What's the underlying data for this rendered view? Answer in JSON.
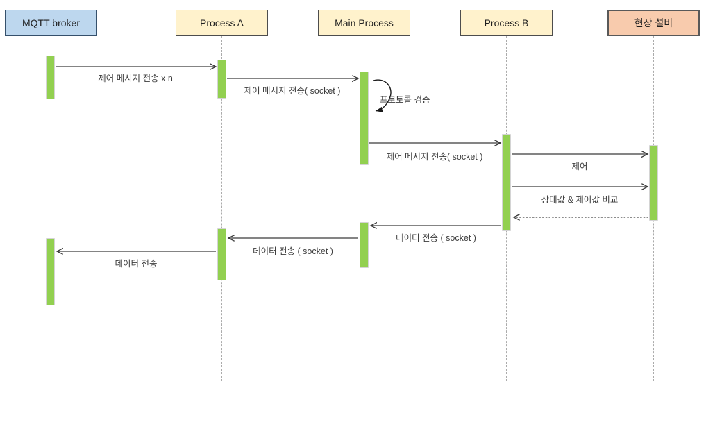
{
  "diagram": {
    "type": "sequence-diagram",
    "actors": [
      {
        "label": "MQTT broker",
        "fill": "#bdd7ee",
        "border": "#35506b"
      },
      {
        "label": "Process A",
        "fill": "#fff2cc",
        "border": "#4d4d4d"
      },
      {
        "label": "Main Process",
        "fill": "#fff2cc",
        "border": "#4d4d4d"
      },
      {
        "label": "Process B",
        "fill": "#fff2cc",
        "border": "#4d4d4d"
      },
      {
        "label": "현장 설비",
        "fill": "#f8cbad",
        "border": "#595959"
      }
    ],
    "messages": [
      {
        "from": "MQTT broker",
        "to": "Process A",
        "label": "제어 메시지 전송 x n",
        "line": "solid"
      },
      {
        "from": "Process A",
        "to": "Main Process",
        "label": "제어 메시지 전송( socket )",
        "line": "solid"
      },
      {
        "from": "Main Process",
        "to": "Main Process",
        "label": "프로토콜 검증",
        "line": "self-loop"
      },
      {
        "from": "Main Process",
        "to": "Process B",
        "label": "제어 메시지 전송( socket )",
        "line": "solid"
      },
      {
        "from": "Process B",
        "to": "현장 설비",
        "label": "제어",
        "line": "solid"
      },
      {
        "from": "Process B",
        "to": "현장 설비",
        "label": "상태값 & 제어값 비교",
        "line": "solid"
      },
      {
        "from": "현장 설비",
        "to": "Process B",
        "label": "",
        "line": "dotted-return"
      },
      {
        "from": "Process B",
        "to": "Main Process",
        "label": "데이터 전송 ( socket )",
        "line": "solid"
      },
      {
        "from": "Main Process",
        "to": "Process A",
        "label": "데이터 전송 ( socket )",
        "line": "solid"
      },
      {
        "from": "Process A",
        "to": "MQTT broker",
        "label": "데이터 전송",
        "line": "solid"
      }
    ],
    "colors": {
      "activation_bar": "#92d050",
      "lifeline": "#ababab",
      "arrow": "#3a3a3a",
      "text": "#3d3d3d"
    }
  }
}
